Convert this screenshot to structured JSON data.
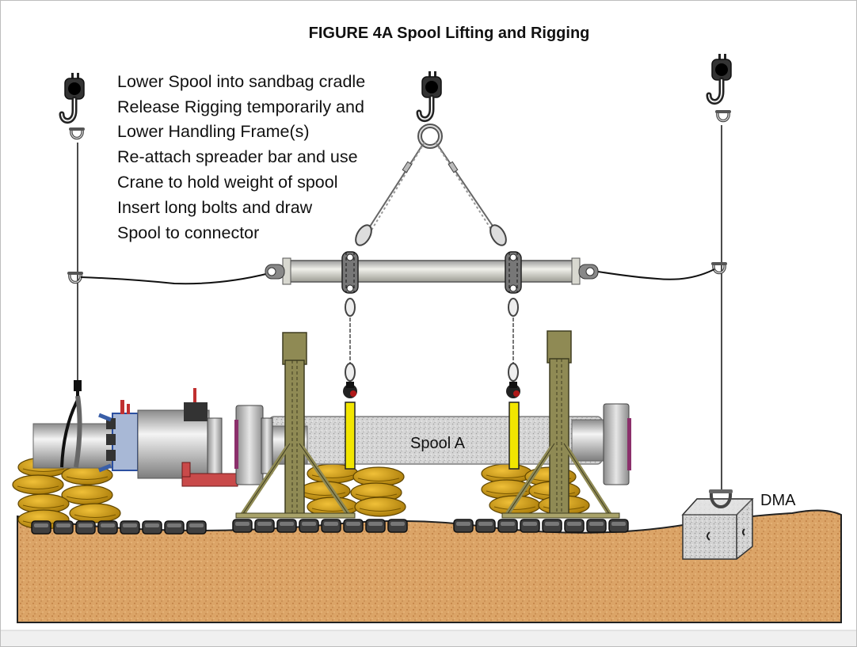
{
  "figure": {
    "title": "FIGURE 4A  Spool Lifting and Rigging",
    "instructions": [
      "Lower Spool into sandbag cradle",
      "Release Rigging  temporarily and",
      "Lower Handling Frame(s)",
      "Re-attach spreader bar and use",
      "Crane to hold weight of spool",
      "Insert long bolts and draw",
      "Spool to connector"
    ],
    "labels": {
      "spool": "Spool A",
      "dma": "DMA"
    }
  },
  "colors": {
    "ground": "#d9a064",
    "sandbag": "#d4a017",
    "frame": "#8f8a54",
    "pipe": "#c9c9c9",
    "strap": "#f2e600",
    "background": "#ffffff"
  },
  "icons": [
    "crane-hook-icon",
    "shackle-icon",
    "spreader-bar",
    "handling-frame",
    "sandbag",
    "mud-mat",
    "connector",
    "dma-block"
  ]
}
